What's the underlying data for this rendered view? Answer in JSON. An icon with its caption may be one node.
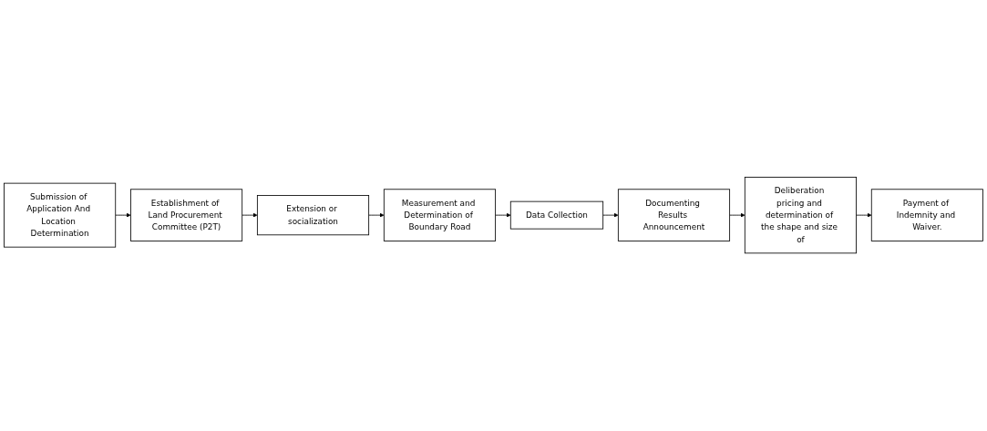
{
  "diagram": {
    "nodes": [
      {
        "text": [
          "Submission of Application And Location Determination"
        ]
      },
      {
        "text": [
          "Establishment of Land Procurement Committee (P2T)"
        ]
      },
      {
        "text": [
          "Extension or socialization"
        ]
      },
      {
        "text": [
          "Measurement and Determination of Boundary Road"
        ]
      },
      {
        "text": [
          "Data Collection"
        ]
      },
      {
        "text": [
          "Documenting Results Announcement"
        ]
      },
      {
        "text": [
          "Deliberation pricing and determination of the shape and size of"
        ]
      },
      {
        "text": [
          "Payment of Indemnity and Waiver."
        ]
      }
    ],
    "edges": [
      {
        "from": 0,
        "to": 1,
        "arrow": "to"
      },
      {
        "from": 1,
        "to": 2,
        "arrow": "to"
      },
      {
        "from": 2,
        "to": 3,
        "arrow": "to"
      },
      {
        "from": 3,
        "to": 4,
        "arrow": "to"
      },
      {
        "from": 4,
        "to": 5,
        "arrow": "to"
      },
      {
        "from": 5,
        "to": 6,
        "arrow": "to"
      },
      {
        "from": 6,
        "to": 7,
        "arrow": "to"
      }
    ]
  }
}
